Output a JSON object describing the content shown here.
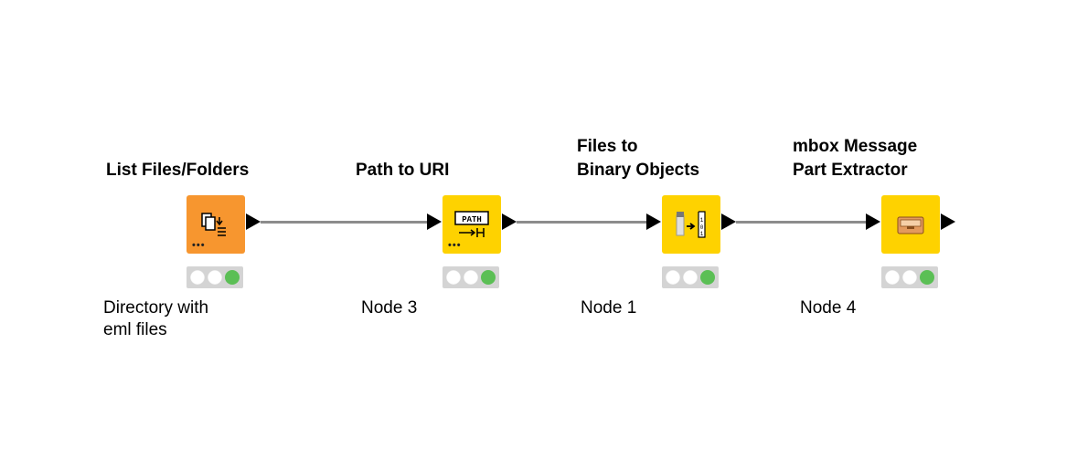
{
  "workflow": {
    "nodes": [
      {
        "title": "List Files/Folders",
        "label_line1": "Directory with",
        "label_line2": "eml files",
        "icon": "list-files-icon",
        "color": "#f7962f",
        "status": "executed"
      },
      {
        "title": "Path to URI",
        "label_line1": "Node 3",
        "icon": "path-to-uri-icon",
        "color": "#fed200",
        "status": "executed"
      },
      {
        "title_line1": "Files to",
        "title_line2": "Binary Objects",
        "label_line1": "Node 1",
        "icon": "files-to-binary-icon",
        "color": "#fed200",
        "status": "executed"
      },
      {
        "title_line1": "mbox Message",
        "title_line2": "Part Extractor",
        "label_line1": "Node 4",
        "icon": "mbox-extractor-icon",
        "color": "#fed200",
        "status": "executed"
      }
    ],
    "path_icon_text": "PATH",
    "connection_color": "#8c8c8c",
    "status_green": "#5bbf55"
  }
}
